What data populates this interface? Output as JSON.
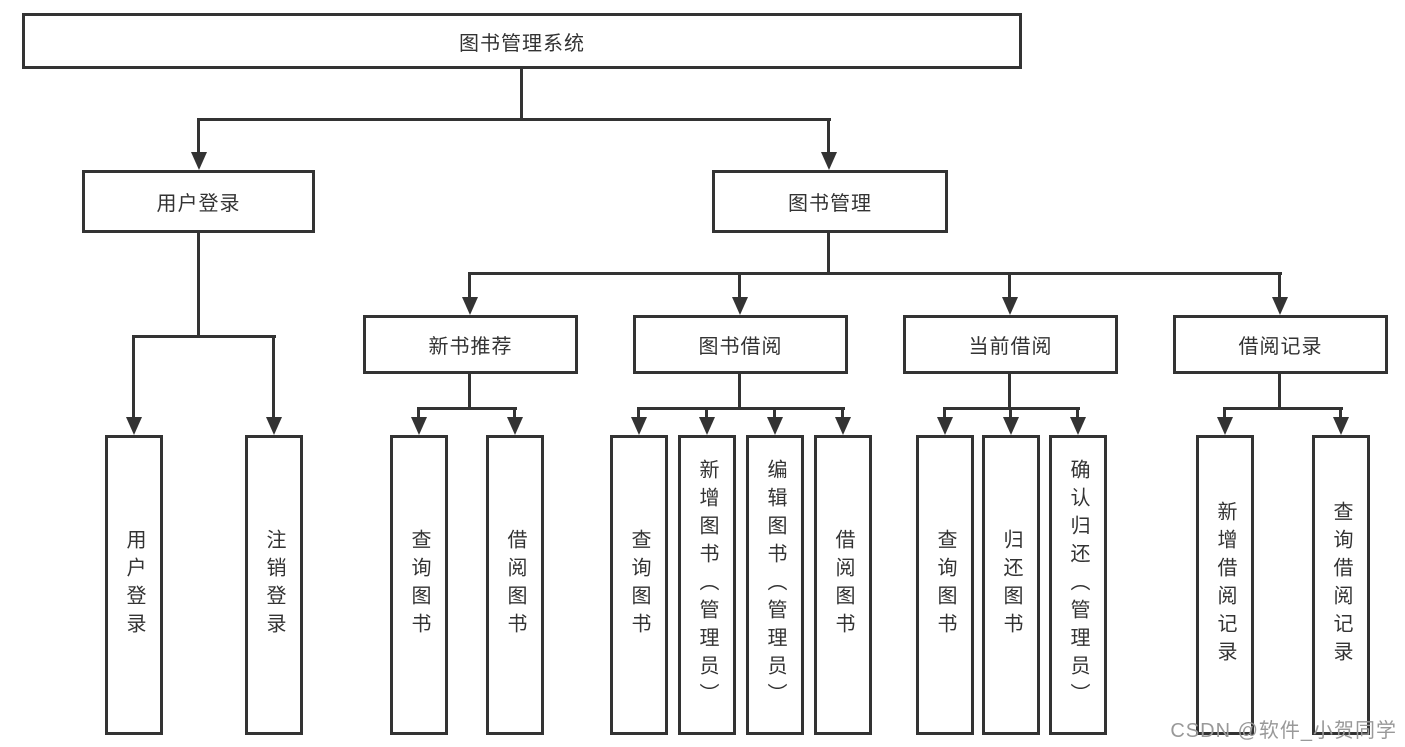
{
  "nodes": {
    "root": "图书管理系统",
    "level2": [
      "用户登录",
      "图书管理"
    ],
    "level3": [
      "新书推荐",
      "图书借阅",
      "当前借阅",
      "借阅记录"
    ],
    "leaves_user_login": [
      "用户登录",
      "注销登录"
    ],
    "leaves_new_book": [
      "查询图书",
      "借阅图书"
    ],
    "leaves_book_borrow": [
      "查询图书",
      "新增图书（管理员）",
      "编辑图书（管理员）",
      "借阅图书"
    ],
    "leaves_current_borrow": [
      "查询图书",
      "归还图书",
      "确认归还（管理员）"
    ],
    "leaves_borrow_record": [
      "新增借阅记录",
      "查询借阅记录"
    ]
  },
  "watermark": "CSDN @软件_小贺同学",
  "colors": {
    "line": "#333333",
    "text": "#333333",
    "watermark": "#999999",
    "background": "#ffffff"
  }
}
